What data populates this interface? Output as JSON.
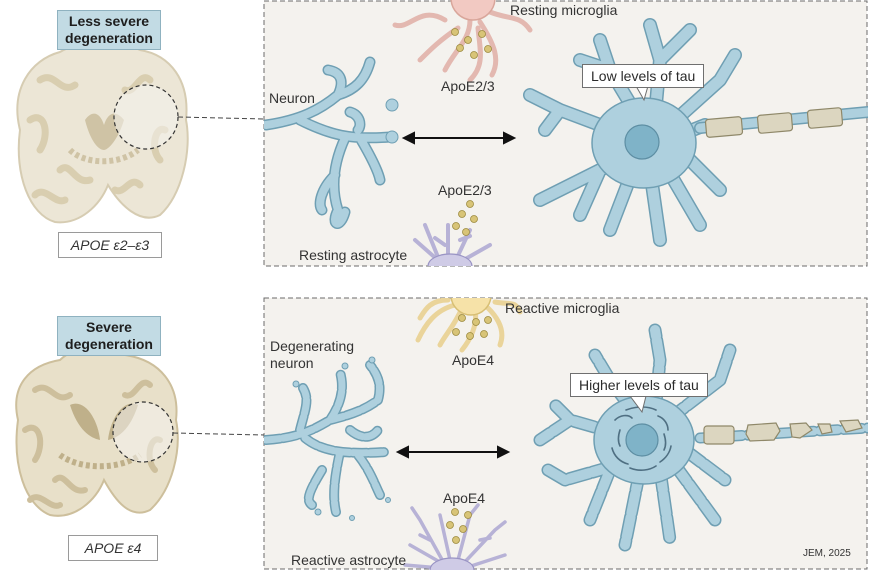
{
  "top_panel": {
    "severity_line1": "Less severe",
    "severity_line2": "degeneration",
    "genotype": "APOE ε2–ε3",
    "microglia_label": "Resting microglia",
    "apoe_microglia": "ApoE2/3",
    "neuron_label": "Neuron",
    "apoe_astrocyte": "ApoE2/3",
    "astrocyte_label": "Resting astrocyte",
    "tau_callout": "Low levels of tau"
  },
  "bottom_panel": {
    "severity_line1": "Severe",
    "severity_line2": "degeneration",
    "genotype": "APOE ε4",
    "microglia_label": "Reactive microglia",
    "apoe_microglia": "ApoE4",
    "neuron_label_line1": "Degenerating",
    "neuron_label_line2": "neuron",
    "apoe_astrocyte": "ApoE4",
    "astrocyte_label": "Reactive astrocyte",
    "tau_callout": "Higher levels of tau"
  },
  "credit": "JEM, 2025",
  "colors": {
    "neuron": "#aed0de",
    "neuron_outline": "#6f9fb3",
    "nucleus": "#7fb3c8",
    "brain_light": "#ece6d6",
    "brain_dark": "#cfc3a5",
    "microglia_resting": "#f2c9c2",
    "microglia_reactive": "#f6e2a8",
    "astrocyte": "#cfcbe6",
    "apoe_dot": "#d8c477",
    "panel_bg": "#f4f2ee",
    "severity_box": "#c2dbe4"
  }
}
